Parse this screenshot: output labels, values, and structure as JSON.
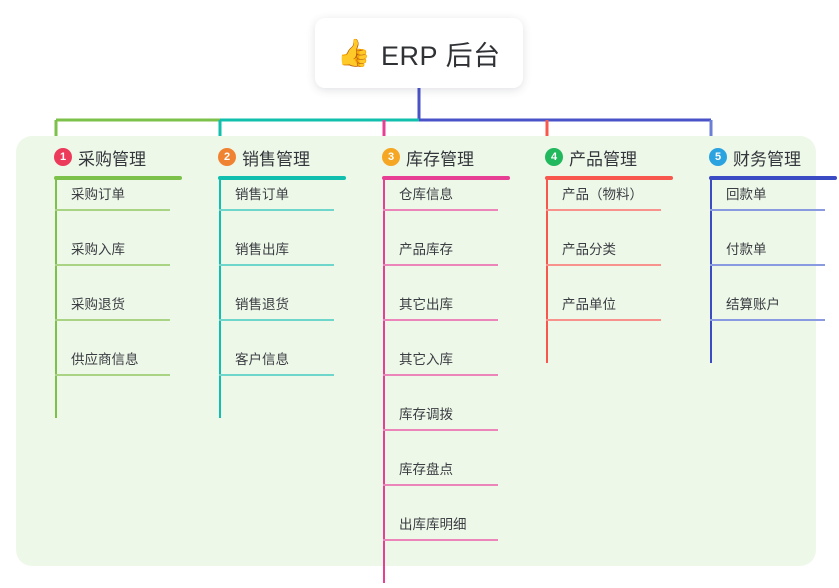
{
  "title": {
    "emoji": "👍",
    "emoji_name": "thumbs-up-icon",
    "text": "ERP 后台"
  },
  "colors": {
    "board_background": "#eef8e9",
    "card_background": "#ffffff",
    "root_stem": "#4a52c8",
    "trunk_left": "#7cc24a",
    "trunk_mid": "#11bfae",
    "trunk_right": "#4a52c8"
  },
  "branches": [
    {
      "number": "1",
      "title": "采购管理",
      "badge_color": "#ec3a5a",
      "line_color": "#7cc24a",
      "item_line_color": "#a8d484",
      "drop_color": "#7cc24a",
      "items": [
        "采购订单",
        "采购入库",
        "采购退货",
        "供应商信息"
      ]
    },
    {
      "number": "2",
      "title": "销售管理",
      "badge_color": "#f08331",
      "line_color": "#11bfae",
      "item_line_color": "#6fd6cc",
      "drop_color": "#11bfae",
      "items": [
        "销售订单",
        "销售出库",
        "销售退货",
        "客户信息"
      ]
    },
    {
      "number": "3",
      "title": "库存管理",
      "badge_color": "#f5a623",
      "line_color": "#e63f93",
      "item_line_color": "#ec86ba",
      "drop_color": "#e63f93",
      "items": [
        "仓库信息",
        "产品库存",
        "其它出库",
        "其它入库",
        "库存调拨",
        "库存盘点",
        "出库库明细"
      ]
    },
    {
      "number": "4",
      "title": "产品管理",
      "badge_color": "#22b95e",
      "line_color": "#f8574e",
      "item_line_color": "#f8928c",
      "drop_color": "#f8574e",
      "items": [
        "产品（物料）",
        "产品分类",
        "产品单位"
      ]
    },
    {
      "number": "5",
      "title": "财务管理",
      "badge_color": "#2ba3e0",
      "line_color": "#3a4bc4",
      "item_line_color": "#8a9ae0",
      "drop_color": "#6b7fd6",
      "items": [
        "回款单",
        "付款单",
        "结算账户"
      ]
    }
  ]
}
